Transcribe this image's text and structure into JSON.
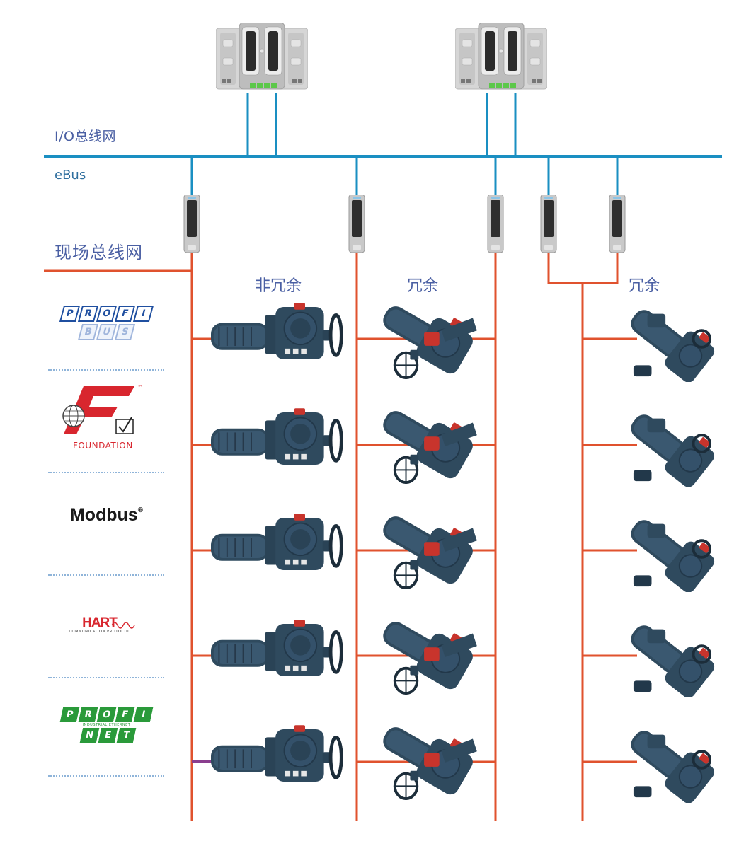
{
  "labels": {
    "io_bus": "I/O总线网",
    "ebus": "eBus",
    "field_bus": "现场总线网",
    "non_redundant": "非冗余",
    "redundant_1": "冗余",
    "redundant_2": "冗余"
  },
  "protocols": {
    "profibus": {
      "top": [
        "P",
        "R",
        "O",
        "F",
        "I"
      ],
      "bottom": [
        "B",
        "U",
        "S"
      ]
    },
    "foundation": {
      "text": "FOUNDATION",
      "tm": "™"
    },
    "modbus": {
      "text": "Modbus",
      "reg": "®"
    },
    "hart": {
      "text": "HART",
      "sub": "COMMUNICATION PROTOCOL"
    },
    "profinet": {
      "top": [
        "P",
        "R",
        "O",
        "F",
        "I"
      ],
      "middle": "INDUSTRIAL ETHERNET",
      "bottom": [
        "N",
        "E",
        "T"
      ]
    }
  },
  "colors": {
    "io_bus_line": "#1a8fc2",
    "field_bus_line": "#e0522e",
    "purple_link": "#8a3e8e",
    "label_blue": "#4a5fa3",
    "actuator_body": "#2f4a5e",
    "actuator_cap": "#c8342c",
    "controller_grey": "#cfcfcf",
    "controller_led": "#5cc84a"
  },
  "icons": {
    "controller": "controller-unit-icon",
    "gateway": "gateway-module-icon",
    "actuator_horizontal": "actuator-horizontal-icon",
    "actuator_angled": "actuator-angled-icon"
  }
}
